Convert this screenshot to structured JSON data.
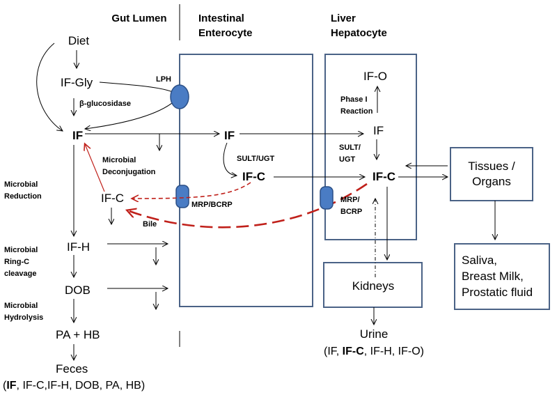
{
  "headers": {
    "gut_lumen": "Gut Lumen",
    "enterocyte_1": "Intestinal",
    "enterocyte_2": "Enterocyte",
    "liver_1": "Liver",
    "liver_2": "Hepatocyte"
  },
  "gut": {
    "diet": "Diet",
    "if_gly": "IF-Gly",
    "beta_glucosidase": "β-glucosidase",
    "if": "IF",
    "microbial_deconjugation_1": "Microbial",
    "microbial_deconjugation_2": "Deconjugation",
    "microbial_reduction_1": "Microbial",
    "microbial_reduction_2": "Reduction",
    "if_c": "IF-C",
    "bile": "Bile",
    "if_h": "IF-H",
    "ring_c_1": "Microbial",
    "ring_c_2": "Ring-C",
    "ring_c_3": "cleavage",
    "dob": "DOB",
    "hydrolysis_1": "Microbial",
    "hydrolysis_2": "Hydrolysis",
    "pa_hb": "PA + HB",
    "feces": "Feces",
    "feces_list_open": "(",
    "feces_list_if": "IF",
    "feces_list_rest": ", IF-C,IF-H, DOB, PA, HB)"
  },
  "enterocyte": {
    "lph": "LPH",
    "if": "IF",
    "sult_ugt": "SULT/UGT",
    "if_c": "IF-C",
    "mrp_bcrp": "MRP/BCRP"
  },
  "liver": {
    "if_o": "IF-O",
    "phase_1": "Phase I",
    "phase_2": "Reaction",
    "if": "IF",
    "sult_1": "SULT/",
    "sult_2": "UGT",
    "if_c": "IF-C",
    "mrp_1": "MRP/",
    "mrp_2": "BCRP"
  },
  "tissues": {
    "line1": "Tissues /",
    "line2": "Organs"
  },
  "fluids": {
    "line1": "Saliva,",
    "line2": "Breast Milk,",
    "line3": "Prostatic fluid"
  },
  "kidneys": {
    "label": "Kidneys"
  },
  "urine": {
    "label": "Urine",
    "list_open": "(IF, ",
    "list_ifc": "IF-C",
    "list_rest": ", IF-H, IF-O)"
  },
  "colors": {
    "line": "#000000",
    "box_border": "#4a6286",
    "transporter_fill": "#4a7cc4",
    "transporter_stroke": "#2b4f86",
    "efflux_arrow": "#c0201a"
  }
}
